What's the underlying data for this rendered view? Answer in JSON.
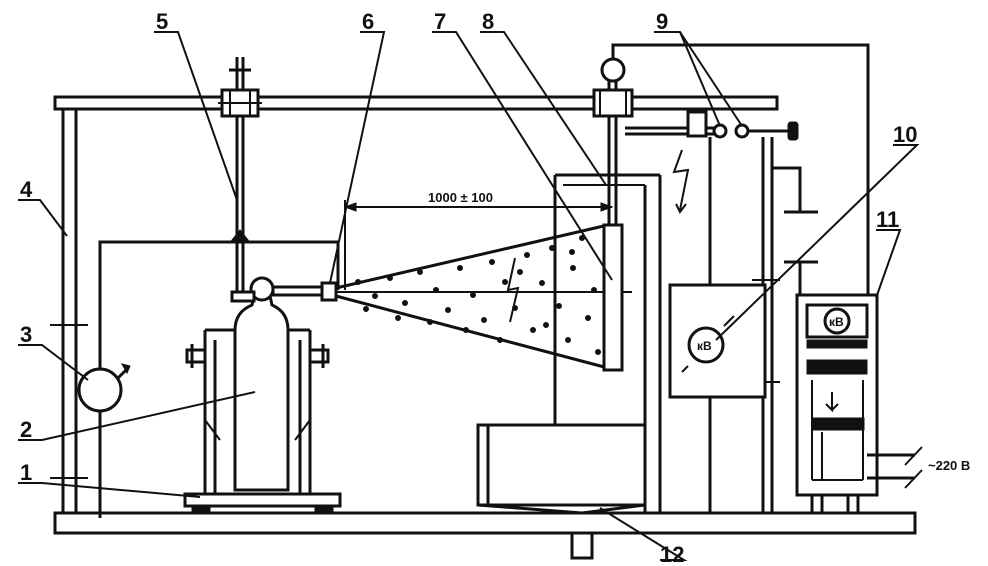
{
  "labels": {
    "l1": "1",
    "l2": "2",
    "l3": "3",
    "l4": "4",
    "l5": "5",
    "l6": "6",
    "l7": "7",
    "l8": "8",
    "l9": "9",
    "l10": "10",
    "l11": "11",
    "l12": "12"
  },
  "dimension": "1000 ± 100",
  "voltage": "~220 B",
  "meter_unit": "кВ",
  "colors": {
    "ink": "#111111",
    "background": "#ffffff"
  }
}
